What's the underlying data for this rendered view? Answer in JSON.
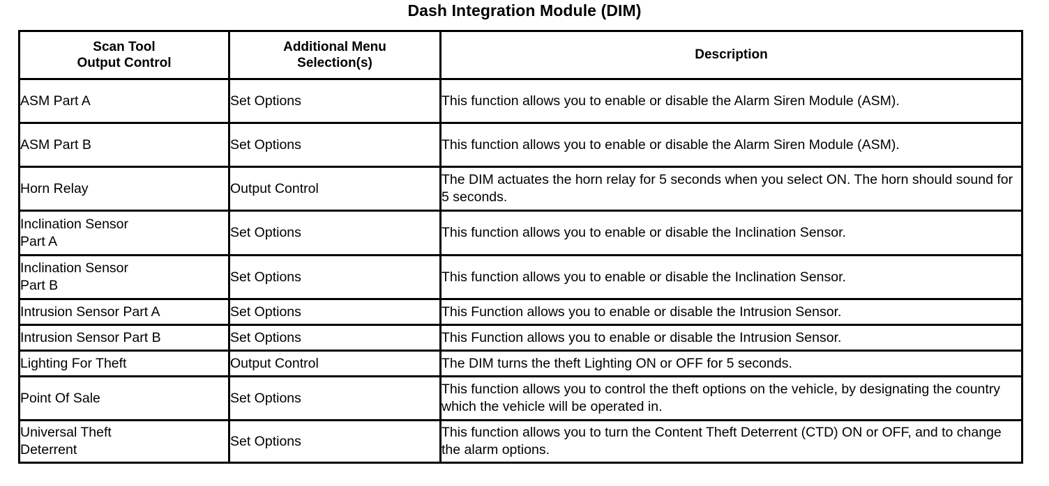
{
  "document": {
    "title": "Dash Integration Module (DIM)"
  },
  "table": {
    "headers": {
      "scan_tool_line1": "Scan Tool",
      "scan_tool_line2": "Output Control",
      "menu_line1": "Additional Menu",
      "menu_line2": "Selection(s)",
      "description": "Description"
    },
    "rows": [
      {
        "scan_tool": "ASM Part A",
        "menu": "Set Options",
        "description": "This function allows you to enable or disable the Alarm Siren Module (ASM)."
      },
      {
        "scan_tool": "ASM Part B",
        "menu": "Set Options",
        "description": "This function allows you to enable or disable the Alarm Siren Module (ASM)."
      },
      {
        "scan_tool": "Horn Relay",
        "menu": "Output Control",
        "description": "The DIM actuates the horn relay for 5 seconds when you select ON. The horn should sound for 5 seconds."
      },
      {
        "scan_tool": "Inclination Sensor\nPart A",
        "menu": "Set Options",
        "description": "This function allows you to enable or disable the Inclination Sensor."
      },
      {
        "scan_tool": "Inclination Sensor\nPart B",
        "menu": "Set Options",
        "description": "This function allows you to enable or disable the Inclination Sensor."
      },
      {
        "scan_tool": "Intrusion Sensor Part A",
        "menu": "Set Options",
        "description": "This Function allows you to enable or disable the Intrusion Sensor."
      },
      {
        "scan_tool": "Intrusion Sensor Part B",
        "menu": "Set Options",
        "description": "This Function allows you to enable or disable the Intrusion Sensor."
      },
      {
        "scan_tool": "Lighting For Theft",
        "menu": "Output Control",
        "description": "The DIM turns the theft Lighting ON or OFF for 5 seconds."
      },
      {
        "scan_tool": "Point Of Sale",
        "menu": "Set Options",
        "description": "This function allows you to control the theft options on the vehicle, by designating the country which the vehicle will be operated in."
      },
      {
        "scan_tool": "Universal Theft\nDeterrent",
        "menu": "Set Options",
        "description": "This function allows you to turn the Content Theft Deterrent (CTD) ON or OFF, and to change the alarm options."
      }
    ]
  }
}
